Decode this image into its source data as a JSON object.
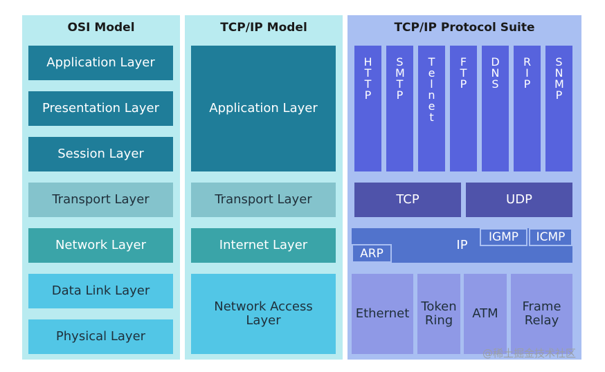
{
  "colors": {
    "panel_light": "#b9ebf0",
    "panel_protocol": "#a9bff2",
    "teal_dark": "#1f7d99",
    "teal_mid": "#2a8fa5",
    "teal_light": "#84c3cc",
    "teal_green": "#3aa4a8",
    "cyan": "#52c6e6",
    "indigo": "#5763dd",
    "indigo_dark": "#4f53aa",
    "blue_ip": "#5173cc",
    "lavender": "#8f99e6"
  },
  "osi": {
    "title": "OSI Model",
    "layers": [
      "Application Layer",
      "Presentation Layer",
      "Session Layer",
      "Transport Layer",
      "Network Layer",
      "Data Link Layer",
      "Physical Layer"
    ]
  },
  "tcpip_model": {
    "title": "TCP/IP Model",
    "layers": [
      "Application Layer",
      "Transport Layer",
      "Internet Layer",
      "Network Access Layer"
    ]
  },
  "suite": {
    "title": "TCP/IP Protocol Suite",
    "application_protocols": [
      "HTTP",
      "SMTP",
      "Telnet",
      "FTP",
      "DNS",
      "RIP",
      "SNMP"
    ],
    "transport_protocols": [
      "TCP",
      "UDP"
    ],
    "internet": {
      "ip": "IP",
      "igmp": "IGMP",
      "icmp": "ICMP",
      "arp": "ARP"
    },
    "network_access": [
      "Ethernet",
      "Token Ring",
      "ATM",
      "Frame Relay"
    ]
  },
  "watermark": "@稀土掘金技术社区"
}
